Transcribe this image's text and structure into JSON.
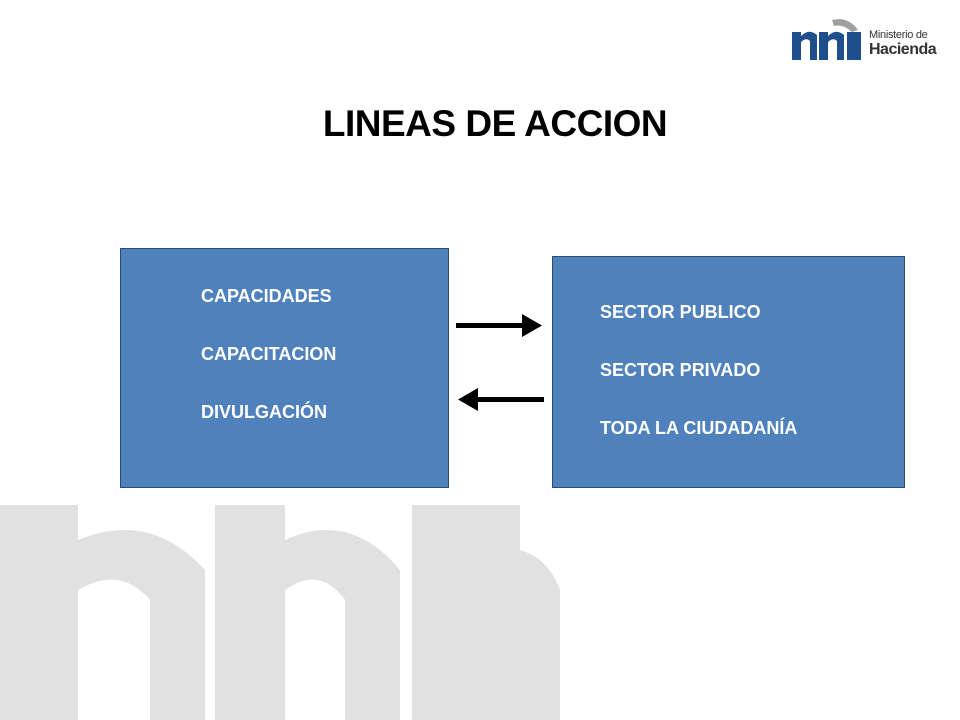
{
  "slide": {
    "title": "LINEAS DE ACCION",
    "logo": {
      "name": "mh-logo",
      "line1": "Ministerio de",
      "line2": "Hacienda",
      "colors": {
        "blue": "#1f4e8c",
        "grey": "#a0a0a0"
      }
    },
    "watermark": {
      "name": "mh-watermark",
      "color": "#e1e1e1"
    }
  },
  "left_box": {
    "items": [
      "CAPACIDADES",
      "CAPACITACION",
      "DIVULGACIÓN"
    ]
  },
  "right_box": {
    "items": [
      "SECTOR PUBLICO",
      "SECTOR PRIVADO",
      "TODA LA CIUDADANÍA"
    ]
  },
  "arrows": [
    {
      "name": "arrow-right-icon",
      "direction": "right"
    },
    {
      "name": "arrow-left-icon",
      "direction": "left"
    }
  ],
  "colors": {
    "box_fill": "#4f81bd",
    "box_border": "#2c4a70",
    "box_text": "#ffffff",
    "title_text": "#000000"
  }
}
